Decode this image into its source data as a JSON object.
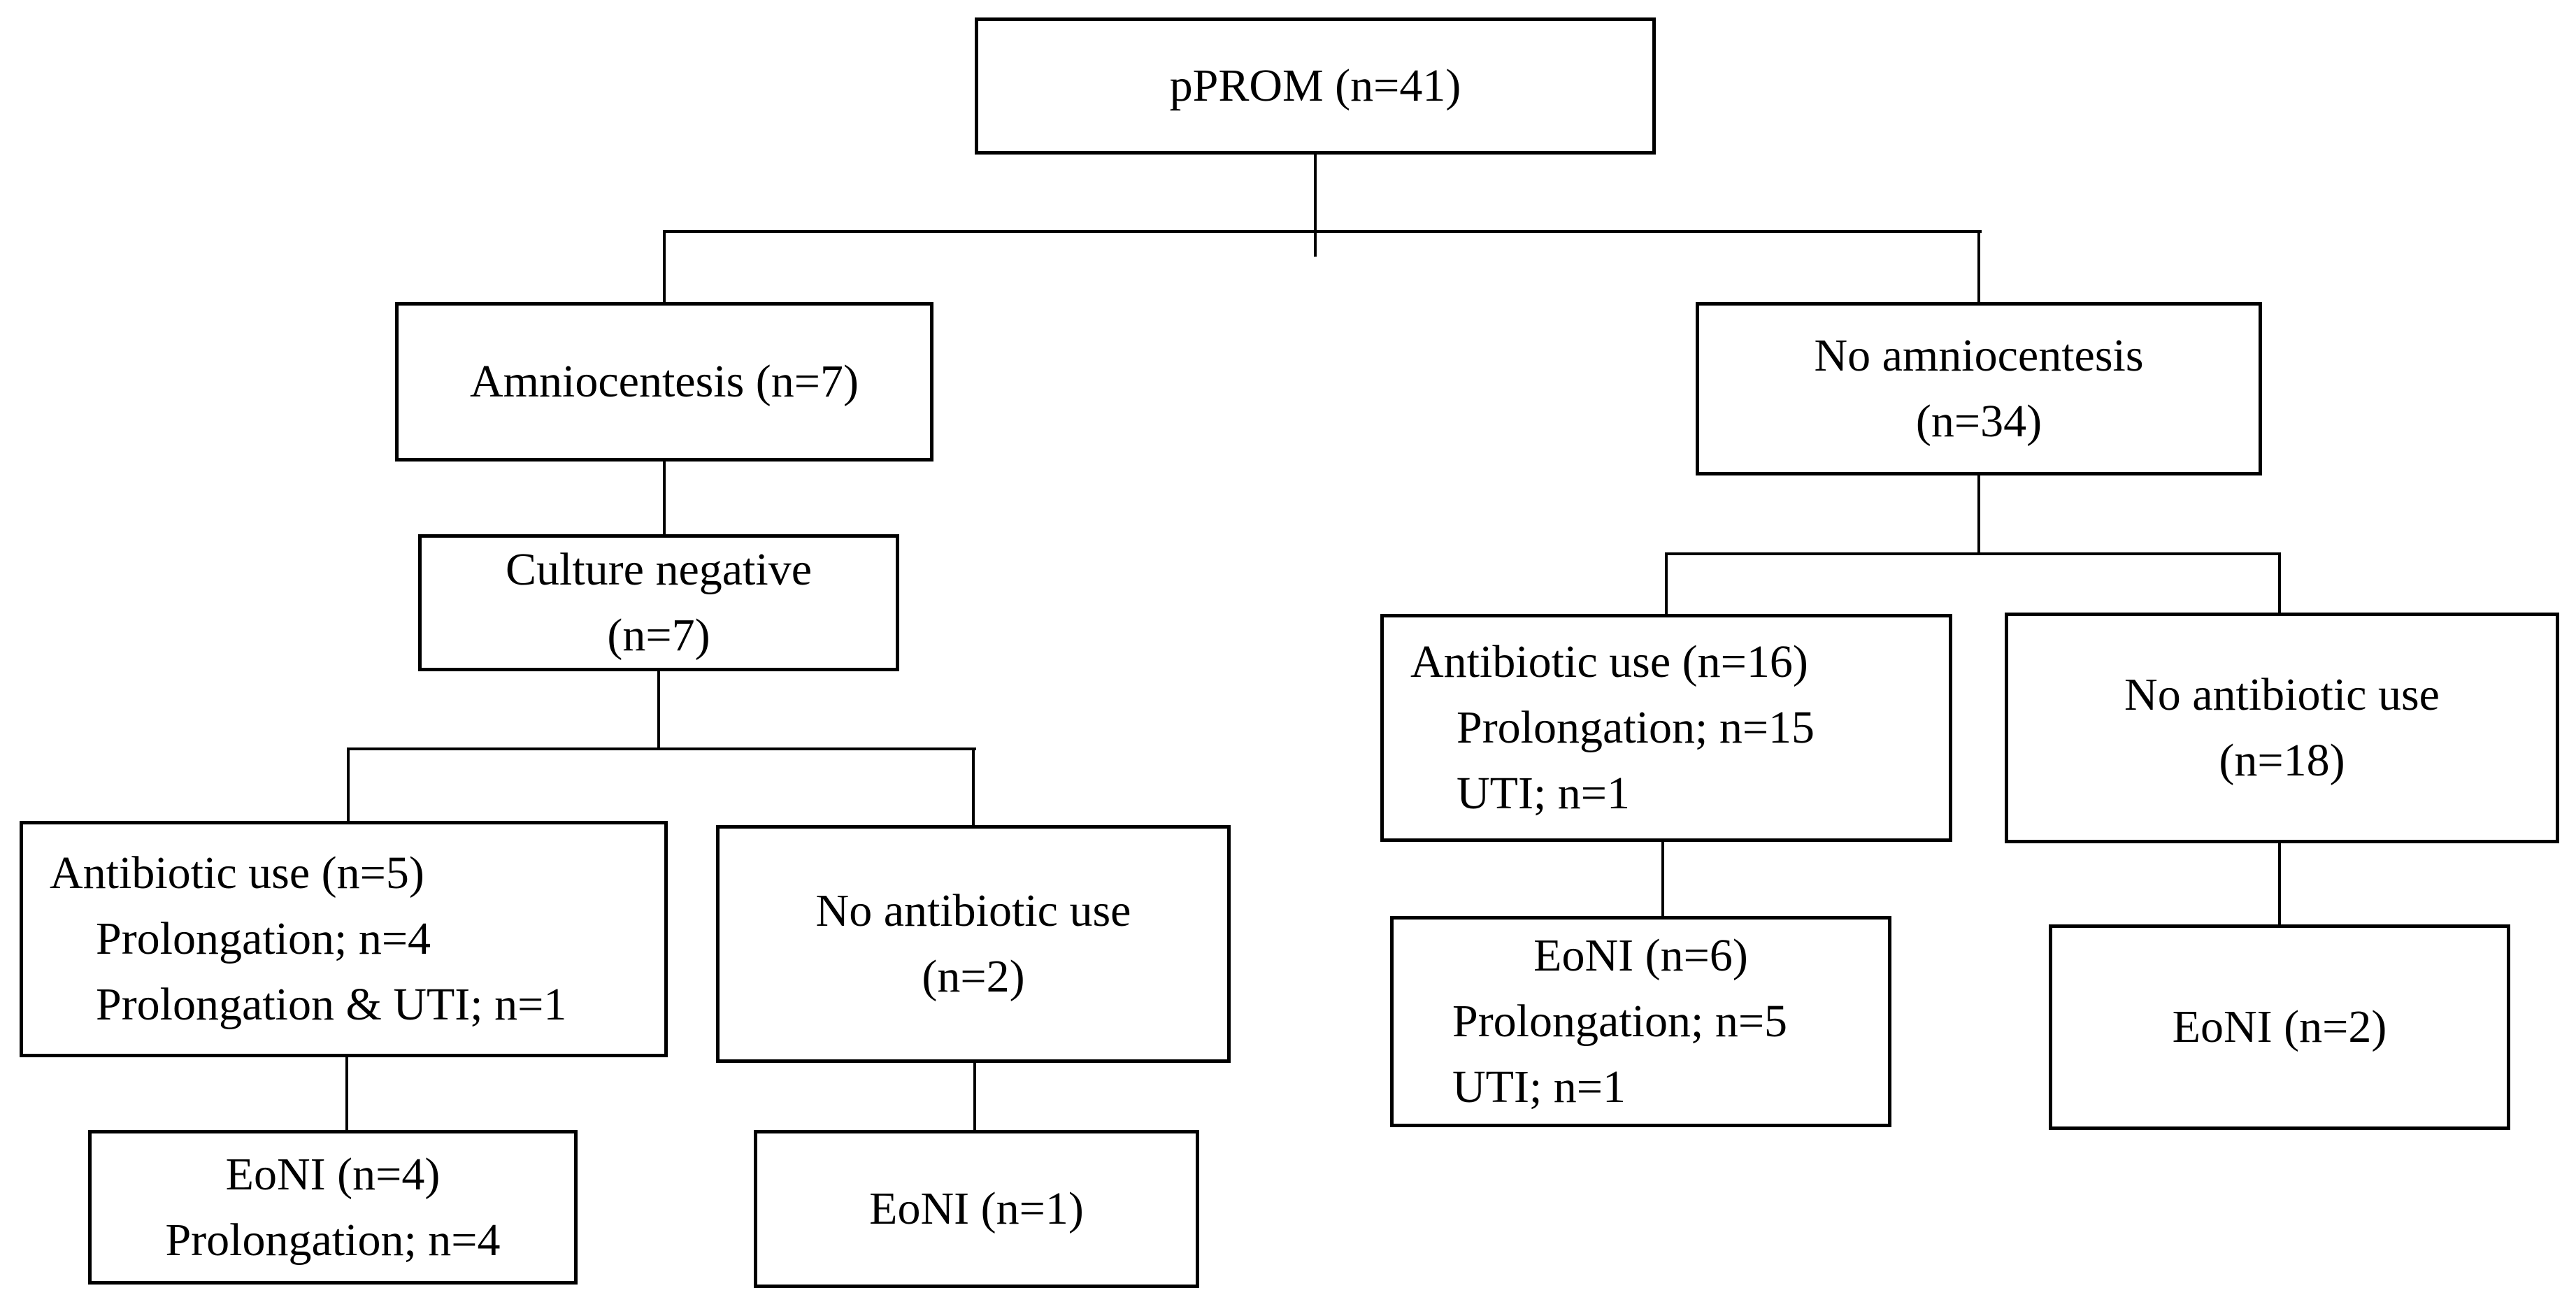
{
  "figure": {
    "type": "flowchart",
    "background_color": "#ffffff",
    "line_color": "#000000",
    "text_color": "#000000"
  },
  "nodes": {
    "pprom": {
      "lines": [
        "pPROM (n=41)"
      ]
    },
    "amniocentesis": {
      "lines": [
        "Amniocentesis (n=7)"
      ]
    },
    "culture_negative": {
      "lines": [
        "Culture negative",
        "(n=7)"
      ]
    },
    "antibiotic_use_5": {
      "lines": [
        "Antibiotic use (n=5)",
        "Prolongation; n=4",
        "Prolongation & UTI; n=1"
      ]
    },
    "no_antibiotic_use_2": {
      "lines": [
        "No antibiotic use",
        "(n=2)"
      ]
    },
    "eoni_4": {
      "lines": [
        "EoNI (n=4)",
        "Prolongation; n=4"
      ]
    },
    "eoni_1": {
      "lines": [
        "EoNI (n=1)"
      ]
    },
    "no_amniocentesis": {
      "lines": [
        "No amniocentesis",
        "(n=34)"
      ]
    },
    "antibiotic_use_16": {
      "lines": [
        "Antibiotic use (n=16)",
        "Prolongation; n=15",
        "UTI; n=1"
      ]
    },
    "no_antibiotic_use_18": {
      "lines": [
        "No antibiotic use",
        "(n=18)"
      ]
    },
    "eoni_6": {
      "lines": [
        "EoNI (n=6)",
        "Prolongation; n=5",
        "UTI; n=1"
      ]
    },
    "eoni_2": {
      "lines": [
        "EoNI (n=2)"
      ]
    }
  },
  "edges": [
    [
      "pprom",
      "amniocentesis"
    ],
    [
      "pprom",
      "no_amniocentesis"
    ],
    [
      "amniocentesis",
      "culture_negative"
    ],
    [
      "culture_negative",
      "antibiotic_use_5"
    ],
    [
      "culture_negative",
      "no_antibiotic_use_2"
    ],
    [
      "antibiotic_use_5",
      "eoni_4"
    ],
    [
      "no_antibiotic_use_2",
      "eoni_1"
    ],
    [
      "no_amniocentesis",
      "antibiotic_use_16"
    ],
    [
      "no_amniocentesis",
      "no_antibiotic_use_18"
    ],
    [
      "antibiotic_use_16",
      "eoni_6"
    ],
    [
      "no_antibiotic_use_18",
      "eoni_2"
    ]
  ]
}
